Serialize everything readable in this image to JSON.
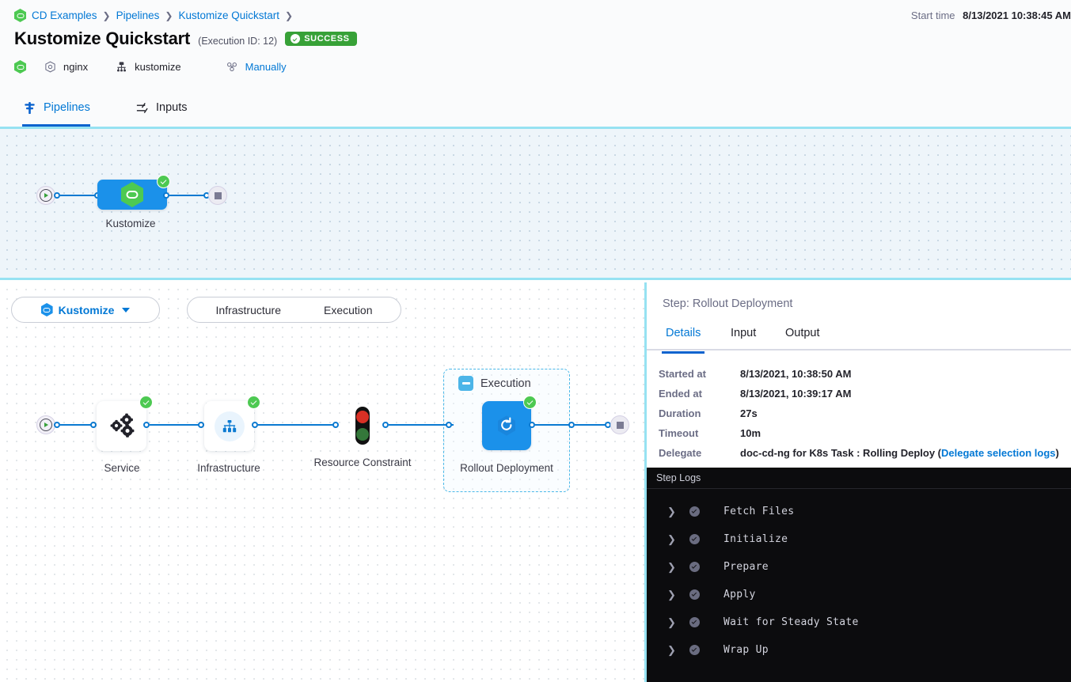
{
  "header": {
    "breadcrumb": [
      {
        "label": "CD Examples",
        "icon": "harness-hex-icon"
      },
      {
        "label": "Pipelines",
        "icon": ""
      },
      {
        "label": "Kustomize Quickstart",
        "icon": ""
      }
    ],
    "title": "Kustomize Quickstart",
    "execution_id": "(Execution ID: 12)",
    "status_badge": "SUCCESS",
    "status_color": "#37a137",
    "start_time_label": "Start time",
    "start_time_value": "8/13/2021 10:38:45 AM",
    "meta": [
      {
        "label": "",
        "icon": "harness-hex-icon"
      },
      {
        "label": "nginx",
        "icon": "service-icon"
      },
      {
        "label": "kustomize",
        "icon": "environment-icon"
      },
      {
        "label": "Manually",
        "icon": "trigger-icon",
        "link": true
      }
    ]
  },
  "tabs": [
    {
      "label": "Pipelines",
      "icon": "pipeline-icon",
      "active": true
    },
    {
      "label": "Inputs",
      "icon": "inputs-icon",
      "active": false
    }
  ],
  "top_graph": {
    "nodes": [
      {
        "label": "Kustomize",
        "type": "stage",
        "status": "success",
        "icon": "harness-hex-icon"
      }
    ]
  },
  "stage_bar": {
    "stage_pill": "Kustomize",
    "stage_pill_icon": "kustomize-icon",
    "caret_icon": "chevron-down-icon",
    "sections": [
      "Infrastructure",
      "Execution"
    ]
  },
  "bottom_graph": {
    "group_label": "Execution",
    "nodes": [
      {
        "label": "Service",
        "icon": "service-gears-icon",
        "status": "success"
      },
      {
        "label": "Infrastructure",
        "icon": "infrastructure-icon",
        "status": "success"
      },
      {
        "label": "Resource Constraint",
        "icon": "traffic-light-icon",
        "status": "none"
      },
      {
        "label": "Rollout Deployment",
        "icon": "rollout-refresh-icon",
        "status": "success"
      }
    ]
  },
  "right_panel": {
    "title": "Step: Rollout Deployment",
    "tabs": [
      {
        "label": "Details",
        "active": true
      },
      {
        "label": "Input",
        "active": false
      },
      {
        "label": "Output",
        "active": false
      }
    ],
    "details": [
      {
        "key": "Started at",
        "value": "8/13/2021, 10:38:50 AM"
      },
      {
        "key": "Ended at",
        "value": "8/13/2021, 10:39:17 AM"
      },
      {
        "key": "Duration",
        "value": "27s"
      },
      {
        "key": "Timeout",
        "value": "10m"
      },
      {
        "key": "Delegate",
        "value": "doc-cd-ng for K8s Task : Rolling Deploy (",
        "link": "Delegate selection logs",
        "value_after": ")"
      }
    ],
    "logs": {
      "header": "Step Logs",
      "rows": [
        {
          "label": "Fetch Files",
          "status": "success"
        },
        {
          "label": "Initialize",
          "status": "success"
        },
        {
          "label": "Prepare",
          "status": "success"
        },
        {
          "label": "Apply",
          "status": "success"
        },
        {
          "label": "Wait for Steady State",
          "status": "success"
        },
        {
          "label": "Wrap Up",
          "status": "success"
        }
      ]
    }
  }
}
